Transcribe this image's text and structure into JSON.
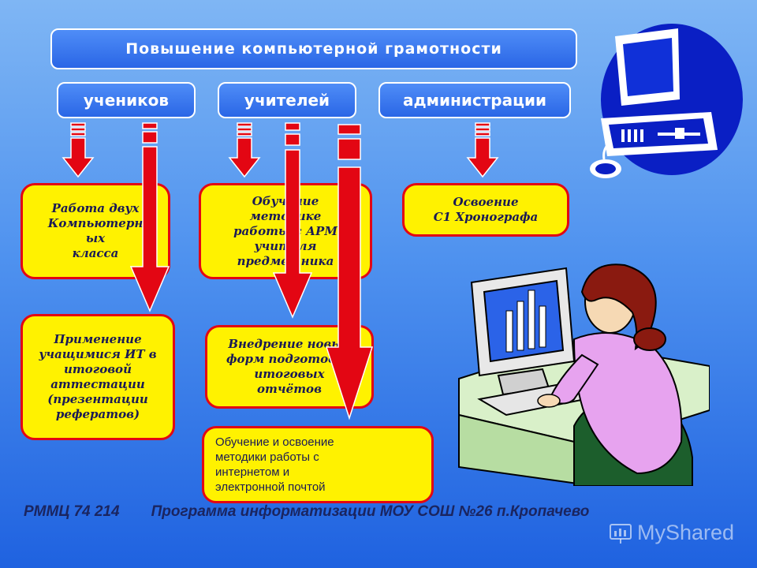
{
  "title": "Повышение компьютерной грамотности",
  "categories": {
    "students": "учеников",
    "teachers": "учителей",
    "admin": "администрации"
  },
  "boxes": {
    "students_1": "Работа двух\nКомпьютерн\nых\nкласса",
    "students_2": "Применение\nучащимися ИТ в\nитоговой\nаттестации\n(презентации\nрефератов)",
    "teachers_1": "Обучение\nметодике\nработы с АРМ\nучителя\nпредметника",
    "teachers_2": "Внедрение новых\nформ подготовки\nитоговых\nотчётов",
    "teachers_3": "Обучение и освоение\nметодики работы с\nинтернетом и\nэлектронной почтой",
    "admin_1": "Освоение\nС1 Хронографа"
  },
  "footer": {
    "code": "РММЦ 74 214",
    "program": "Программа информатизации МОУ СОШ №26 п.Кропачево"
  },
  "watermark": "MyShared",
  "colors": {
    "arrow": "#e30613",
    "box_fill": "#fff200",
    "header_fill": "#3a78f0"
  }
}
